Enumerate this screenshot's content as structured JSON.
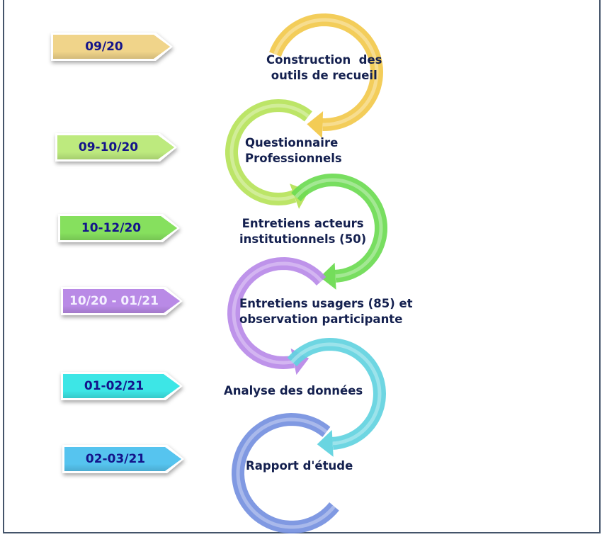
{
  "timeline": [
    {
      "date": "09/20",
      "step_lines": [
        "Construction  des",
        "outils de recueil"
      ],
      "color": "#f2c94c",
      "tag_color": "#f0d48a",
      "text_color": "#14148a"
    },
    {
      "date": "09-10/20",
      "step_lines": [
        "Questionnaire",
        "Professionnels"
      ],
      "color": "#b6e35a",
      "tag_color": "#bdea7e",
      "text_color": "#14148a"
    },
    {
      "date": "10-12/20",
      "step_lines": [
        "Entretiens acteurs",
        "institutionnels (50)"
      ],
      "color": "#6ddb52",
      "tag_color": "#86e05e",
      "text_color": "#14148a"
    },
    {
      "date": "10/20 - 01/21",
      "step_lines": [
        "Entretiens usagers (85) et",
        "observation participante"
      ],
      "color": "#b98ae8",
      "tag_color": "#b98ae6",
      "text_color": "#f4f0ff"
    },
    {
      "date": "01-02/21",
      "step_lines": [
        "Analyse des données"
      ],
      "color": "#62d3df",
      "tag_color": "#3de6e6",
      "text_color": "#14148a"
    },
    {
      "date": "02-03/21",
      "step_lines": [
        "Rapport d'étude"
      ],
      "color": "#7590e0",
      "tag_color": "#56c4ef",
      "text_color": "#14148a"
    }
  ]
}
